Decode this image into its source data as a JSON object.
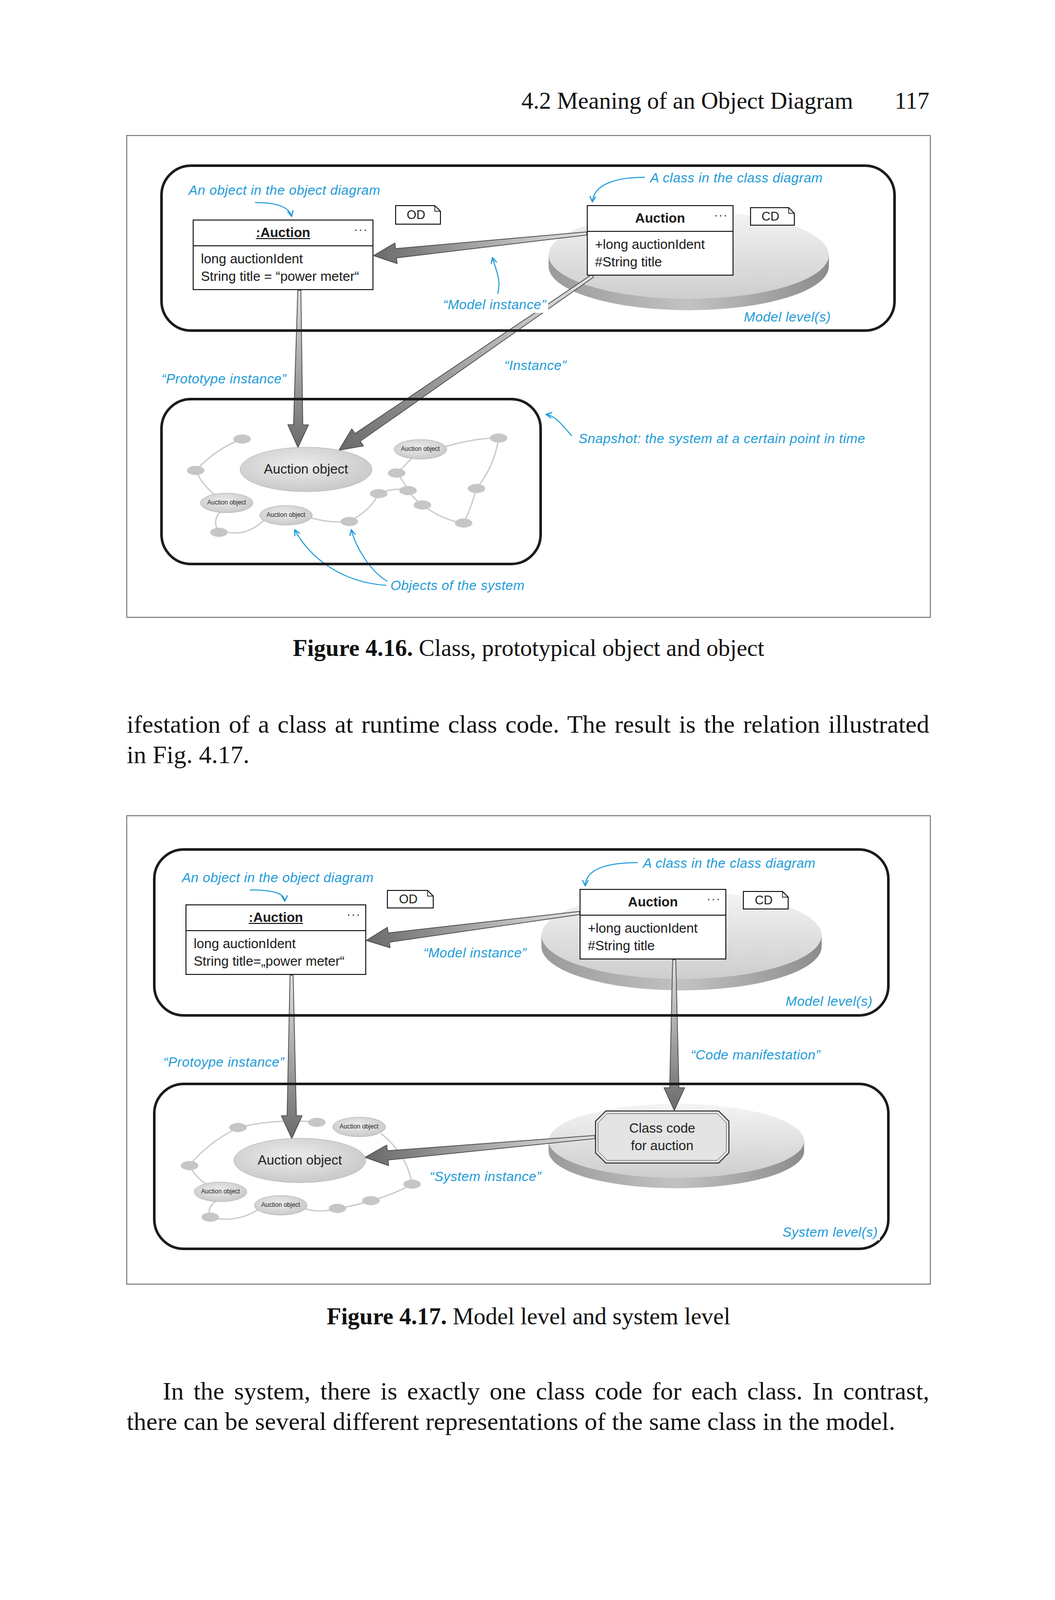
{
  "diagram": {
    "caption": "Figure 4.16. Class, prototypical object and object",
    "nodes": [
      {
        "text": [
          "Model level(s)"
        ]
      },
      {
        "text": [
          ":Auction",
          "...",
          "long auctionIdent",
          "String title = “power meter“"
        ],
        "in": 0
      },
      {
        "text": [
          "OD"
        ],
        "in": 0
      },
      {
        "text": [
          "Auction",
          "...",
          "+long auctionIdent",
          "#String title"
        ],
        "in": 0
      },
      {
        "text": [
          "CD"
        ],
        "in": 0
      },
      {
        "text": [
          "Snapshot: the system at a certain point in time"
        ]
      },
      {
        "text": [
          "Auction object"
        ],
        "in": 5
      },
      {
        "text": [
          "Auction object"
        ],
        "in": 5
      },
      {
        "text": [
          "Auction object"
        ],
        "in": 5
      },
      {
        "text": [
          "Auction object"
        ],
        "in": 5
      },
      {
        "text": [
          "Model level(s)"
        ]
      },
      {
        "text": [
          ":Auction",
          "...",
          "long auctionIdent",
          "String title=„power meter“"
        ],
        "in": 10
      },
      {
        "text": [
          "OD"
        ],
        "in": 10
      },
      {
        "text": [
          "Auction",
          "...",
          "+long auctionIdent",
          "#String title"
        ],
        "in": 10
      },
      {
        "text": [
          "CD"
        ],
        "in": 10
      },
      {
        "text": [
          "System level(s)"
        ]
      },
      {
        "text": [
          "Auction object"
        ],
        "in": 15
      },
      {
        "text": [
          "Auction object"
        ],
        "in": 15
      },
      {
        "text": [
          "Class code for auction"
        ],
        "in": 15
      },
      {
        "text": [
          "Auction object"
        ],
        "in": 15
      },
      {
        "text": [
          "Auction object"
        ],
        "in": 15
      }
    ],
    "edges": [
      {
        "from": 3,
        "to": 1,
        "arrow": "to",
        "label": "“Model instance”"
      },
      {
        "from": 1,
        "to": 7,
        "arrow": "to",
        "label": "“Prototype instance”"
      },
      {
        "from": 3,
        "to": 7,
        "arrow": "to",
        "label": "“Instance”"
      },
      {
        "from": 13,
        "to": 11,
        "arrow": "to",
        "label": "“Model instance”"
      },
      {
        "from": 11,
        "to": 17,
        "arrow": "to",
        "label": "“Protoype instance”"
      },
      {
        "from": 13,
        "to": 18,
        "arrow": "to",
        "label": "“Code manifestation”"
      },
      {
        "from": 18,
        "to": 17,
        "arrow": "to",
        "label": "“System instance”"
      }
    ],
    "labels": [
      "4.2 Meaning of an Object Diagram",
      "117",
      "An object in the object diagram",
      "A class in the class diagram",
      "Objects of the system",
      "ifestation of a class at runtime class code. The result is the relation illustrated in Fig. 4.17.",
      "An object in the object diagram",
      "A class in the class diagram",
      "Figure 4.17. Model level and system level",
      "In the system, there is exactly one class code for each class. In contrast, there can be several different representations of the same class in the model."
    ]
  }
}
